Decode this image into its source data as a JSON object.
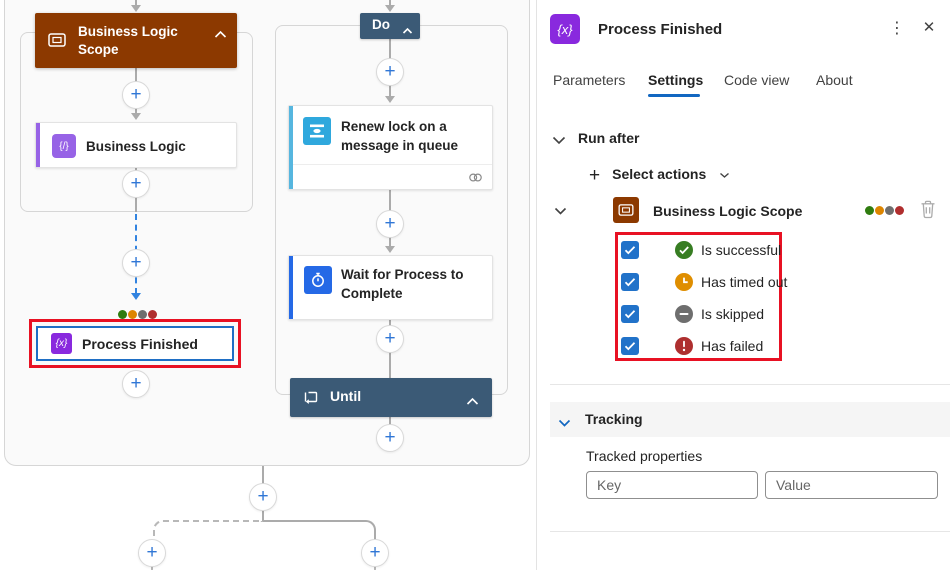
{
  "canvas": {
    "scope_title": "Business Logic Scope",
    "business_logic_title": "Business Logic",
    "do_label": "Do",
    "renew_lock_title": "Renew lock on a message in queue",
    "wait_title": "Wait for Process to Complete",
    "until_label": "Until",
    "process_finished_title": "Process Finished"
  },
  "panel": {
    "title": "Process Finished",
    "tabs": [
      {
        "label": "Parameters",
        "active": false
      },
      {
        "label": "Settings",
        "active": true
      },
      {
        "label": "Code view",
        "active": false
      },
      {
        "label": "About",
        "active": false
      }
    ],
    "run_after": {
      "heading": "Run after",
      "select_actions_label": "Select actions",
      "action_name": "Business Logic Scope",
      "statuses": [
        {
          "label": "Is successful",
          "checked": true,
          "color": "#377D22"
        },
        {
          "label": "Has timed out",
          "checked": true,
          "color": "#DF8E00"
        },
        {
          "label": "Is skipped",
          "checked": true,
          "color": "#6E6E6E"
        },
        {
          "label": "Has failed",
          "checked": true,
          "color": "#AE2F2F"
        }
      ]
    },
    "tracking": {
      "heading": "Tracking",
      "properties_label": "Tracked properties",
      "key_placeholder": "Key",
      "value_placeholder": "Value"
    }
  },
  "icons": {
    "plus": "+",
    "kebab": "⋮",
    "close": "✕",
    "braces_x": "{x}",
    "braces_slash": "{/}"
  },
  "colors": {
    "scope_header_brown": "#8C3900",
    "loop_header_slate": "#3B5A76",
    "accent_tab_blue": "#1267C1",
    "selection_blue": "#1F6FC5",
    "annotation_red": "#E81123",
    "checkbox_blue": "#2172C9",
    "icon_purple": "#8929DE",
    "icon_violet": "#9763E6",
    "icon_lightblue": "#2FA8DD",
    "icon_blue": "#2569E6",
    "dashed_arrow_blue": "#3183E0",
    "status_green": "#377D22",
    "status_orange": "#DF8E00",
    "status_gray": "#6E6E6E",
    "status_red": "#AE2F2F"
  }
}
